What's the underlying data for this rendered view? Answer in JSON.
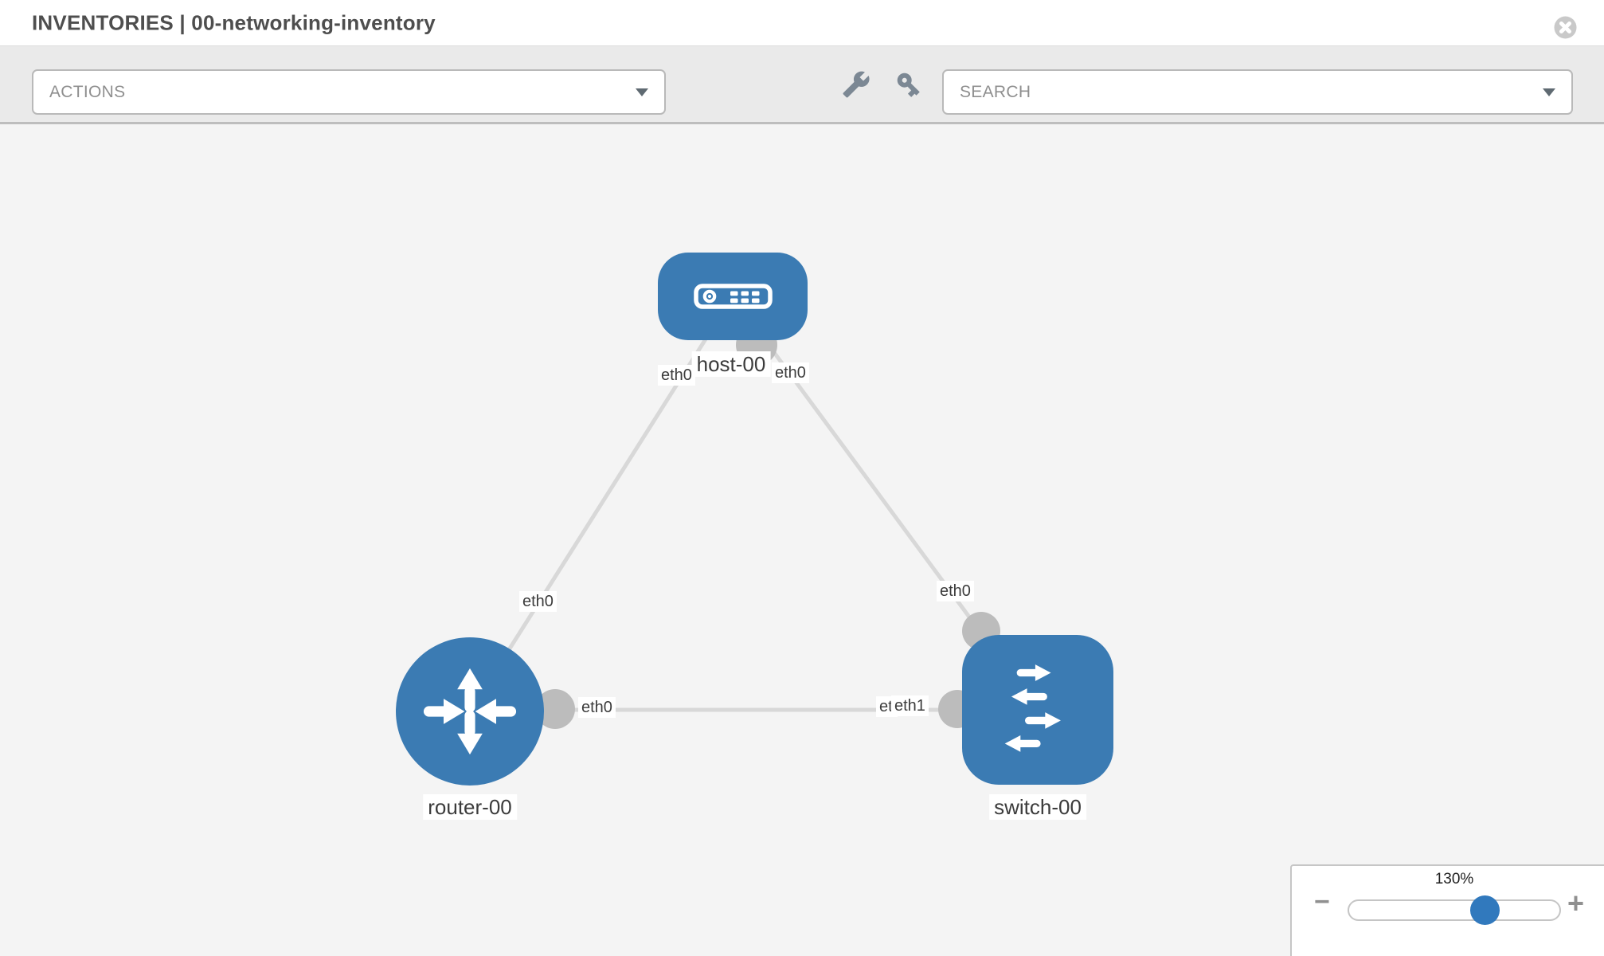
{
  "window": {
    "header": {
      "title": "INVENTORIES | 00-networking-inventory"
    },
    "toolbar": {
      "actions_label": "ACTIONS",
      "search_placeholder": "SEARCH",
      "icon_names": [
        "wrench-icon",
        "key-icon"
      ]
    }
  },
  "topology": {
    "nodes": [
      {
        "id": "host-00",
        "type": "host",
        "label": "host-00"
      },
      {
        "id": "router-00",
        "type": "router",
        "label": "router-00"
      },
      {
        "id": "switch-00",
        "type": "switch",
        "label": "switch-00"
      }
    ],
    "links": [
      {
        "source": "host-00",
        "target": "router-00",
        "source_interface": "eth0",
        "target_interface": "eth0"
      },
      {
        "source": "host-00",
        "target": "switch-00",
        "source_interface": "eth0",
        "target_interface": "eth0"
      },
      {
        "source": "router-00",
        "target": "switch-00",
        "source_interface": "eth0",
        "target_interface": "eth1"
      }
    ],
    "interface_labels": {
      "host_to_router_at_host": "eth0",
      "host_to_router_at_router": "eth0",
      "host_to_switch_at_host": "eth0",
      "host_to_switch_at_switch": "eth0",
      "router_to_switch_at_router": "eth0",
      "router_to_switch_at_switch_hidden": "eth0",
      "router_to_switch_at_switch": "eth1"
    }
  },
  "zoom_control": {
    "level_label": "130%",
    "percent": 130,
    "minus_label": "−",
    "plus_label": "+"
  },
  "colors": {
    "node_blue": "#3b7bb3",
    "edge_gray": "#d8d8d8",
    "port_gray": "#bcbcbc",
    "thumb_blue": "#3179bd",
    "toolbar_bg": "#eaeaea",
    "canvas_bg": "#f4f4f4"
  }
}
